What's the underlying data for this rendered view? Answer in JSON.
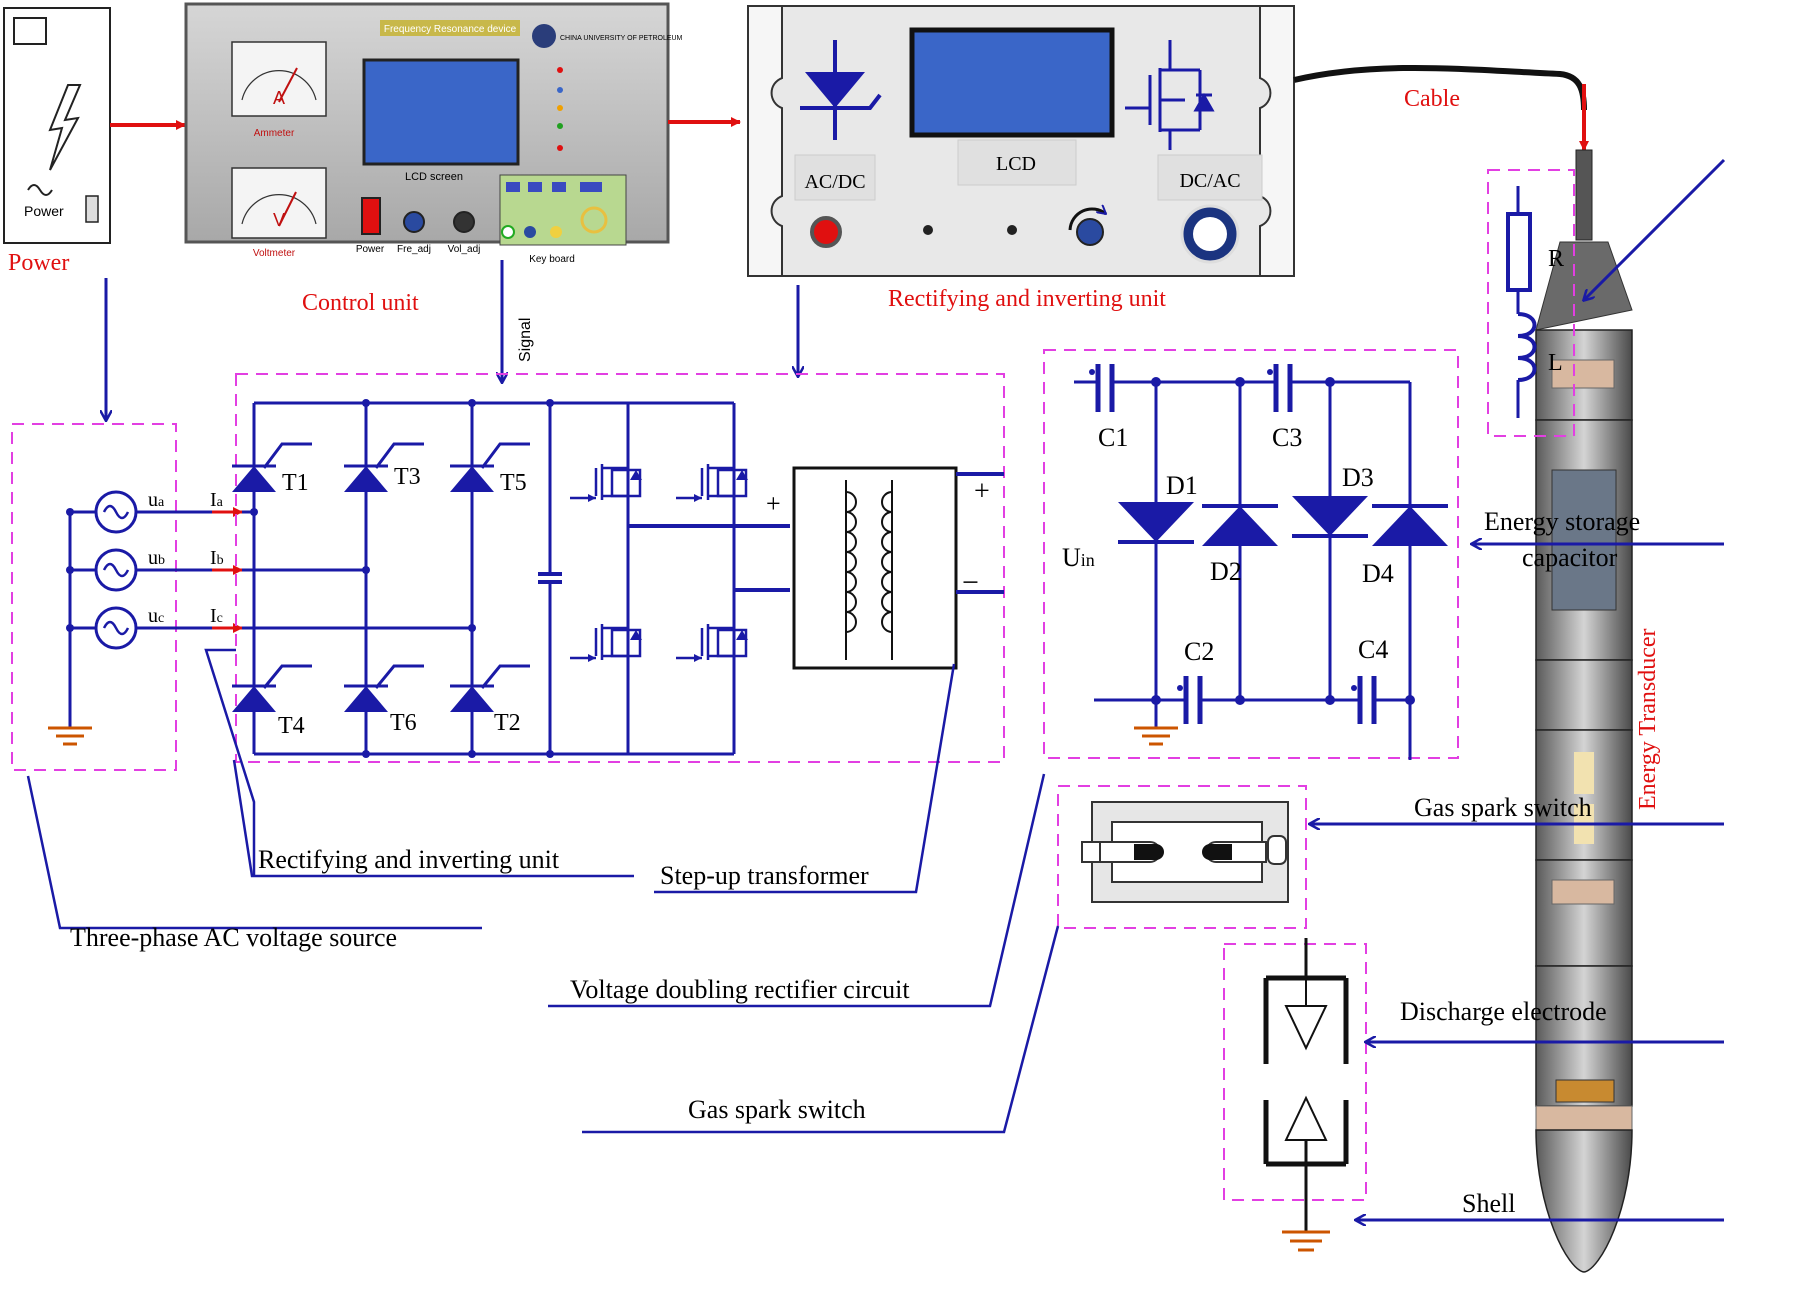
{
  "colors": {
    "circuit": "#1a1aa6",
    "label_red": "#e01010",
    "dashed_box": "#e23fe2",
    "panel_bg": "#b8b8b8",
    "lcd": "#3a66c8",
    "text": "#000000"
  },
  "equipment": {
    "power": {
      "caption": "Power",
      "switch_label": "Power"
    },
    "control_unit": {
      "caption": "Control unit",
      "title_strip": "Frequency Resonance device",
      "university": "CHINA UNIVERSITY OF PETROLEUM",
      "ammeter_symbol": "A",
      "ammeter_label": "Ammeter",
      "voltmeter_symbol": "V",
      "voltmeter_label": "Voltmeter",
      "lcd_label": "LCD screen",
      "power_label": "Power",
      "fre_label": "Fre_adj",
      "vol_label": "Vol_adj",
      "keyboard_label": "Key board"
    },
    "rectifier_unit": {
      "caption": "Rectifying and inverting unit",
      "acdc": "AC/DC",
      "lcd": "LCD",
      "dcac": "DC/AC"
    },
    "cable_label": "Cable",
    "signal_label": "Signal"
  },
  "circuit": {
    "phases": [
      {
        "voltage": "u",
        "sub": "a",
        "current": "I",
        "csub": "a"
      },
      {
        "voltage": "u",
        "sub": "b",
        "current": "I",
        "csub": "b"
      },
      {
        "voltage": "u",
        "sub": "c",
        "current": "I",
        "csub": "c"
      }
    ],
    "thyristors": [
      "T1",
      "T3",
      "T5",
      "T4",
      "T6",
      "T2"
    ],
    "plus": "+",
    "minus": "−",
    "capacitors": [
      "C1",
      "C2",
      "C3",
      "C4"
    ],
    "diodes": [
      "D1",
      "D2",
      "D3",
      "D4"
    ],
    "uin": "U",
    "uin_sub": "in",
    "rl": {
      "r": "R",
      "l": "L"
    }
  },
  "callouts": {
    "rect_inv": "Rectifying and inverting unit",
    "step_up": "Step-up transformer",
    "three_phase": "Three-phase AC voltage source",
    "vdr": "Voltage doubling rectifier circuit",
    "gas_spark_left": "Gas spark switch",
    "energy_storage_line1": "Energy storage",
    "energy_storage_line2": "capacitor",
    "gas_spark_right": "Gas spark switch",
    "discharge": "Discharge electrode",
    "shell": "Shell",
    "transducer": "Energy Transducer"
  }
}
